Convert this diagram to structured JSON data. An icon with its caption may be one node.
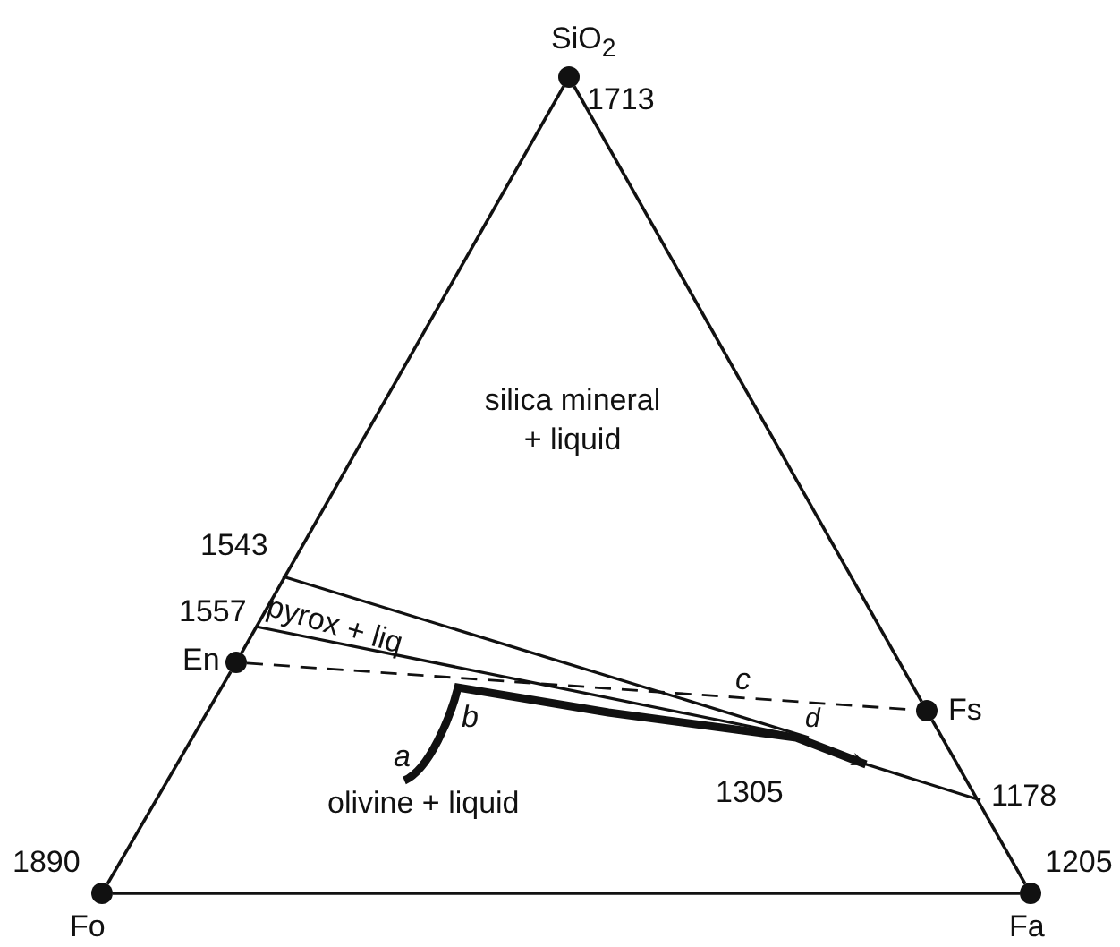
{
  "diagram": {
    "nodes": [
      {
        "text": [
          "SiO$_{2}$"
        ],
        "beside": [
          "1713"
        ]
      },
      {
        "text": [
          "Fo"
        ],
        "beside": [
          "1890"
        ]
      },
      {
        "text": [
          "Fa"
        ],
        "beside": [
          "1205"
        ]
      },
      {
        "text": [
          "En"
        ]
      },
      {
        "text": [
          "Fs"
        ]
      },
      {
        "text": [
          "a"
        ]
      }
    ],
    "edges": [
      {
        "from": 0,
        "to": 3,
        "arrow": "none"
      },
      {
        "from": 3,
        "to": 1,
        "arrow": "none"
      },
      {
        "from": 1,
        "to": 2,
        "arrow": "none"
      },
      {
        "from": 2,
        "to": 4,
        "arrow": "none"
      },
      {
        "from": 4,
        "to": 0,
        "arrow": "none"
      },
      {
        "from": 3,
        "to": 4,
        "arrow": "none",
        "style": "dashed"
      },
      {
        "from": 5,
        "to": null,
        "arrow": "to",
        "style": "thick"
      }
    ],
    "labels": [
      "silica mineral + liquid",
      "1543",
      "1557",
      "pyrox + liq",
      "b",
      "c",
      "d",
      "olivine + liquid",
      "1305",
      "1178"
    ]
  }
}
